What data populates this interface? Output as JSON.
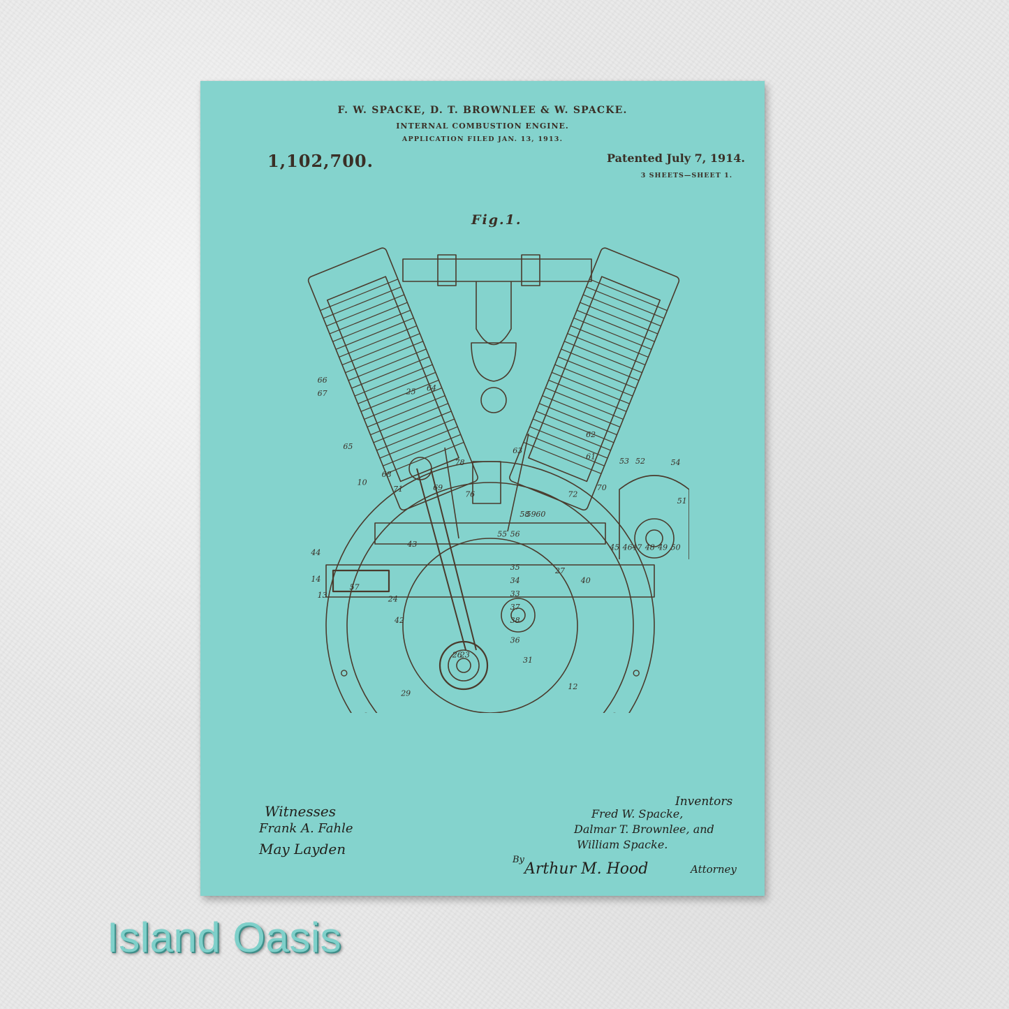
{
  "patent": {
    "inventors_header": "F. W. SPACKE, D. T. BROWNLEE & W. SPACKE.",
    "title": "INTERNAL COMBUSTION ENGINE.",
    "filed": "APPLICATION FILED JAN. 13, 1913.",
    "number": "1,102,700.",
    "patented": "Patented July 7, 1914.",
    "sheets": "3 SHEETS—SHEET 1.",
    "figure": "Fig.1."
  },
  "signatures": {
    "witnesses_label": "Witnesses",
    "witness_1": "Frank A. Fahle",
    "witness_2": "May Layden",
    "inventors_label": "Inventors",
    "inventor_1": "Fred W. Spacke,",
    "inventor_2": "Dalmar T. Brownlee, and",
    "inventor_3": "William Spacke.",
    "by": "By",
    "attorney": "Arthur M. Hood",
    "attorney_label": "Attorney"
  },
  "reference_numbers": [
    "66",
    "67",
    "25",
    "65",
    "10",
    "64",
    "78",
    "63",
    "62",
    "61",
    "53",
    "52",
    "54",
    "51",
    "50",
    "49",
    "48",
    "47",
    "46",
    "45",
    "44",
    "14",
    "13",
    "57",
    "24",
    "42",
    "26",
    "23",
    "31",
    "36",
    "38",
    "37",
    "33",
    "34",
    "35",
    "29",
    "12",
    "70",
    "72",
    "71",
    "68",
    "69",
    "76",
    "60",
    "59",
    "58",
    "56",
    "55",
    "43",
    "27",
    "40"
  ],
  "colors": {
    "sheet": "#84d3cd",
    "ink": "#3a2f26",
    "label": "#7ed0ca"
  },
  "product_label": "Island Oasis"
}
